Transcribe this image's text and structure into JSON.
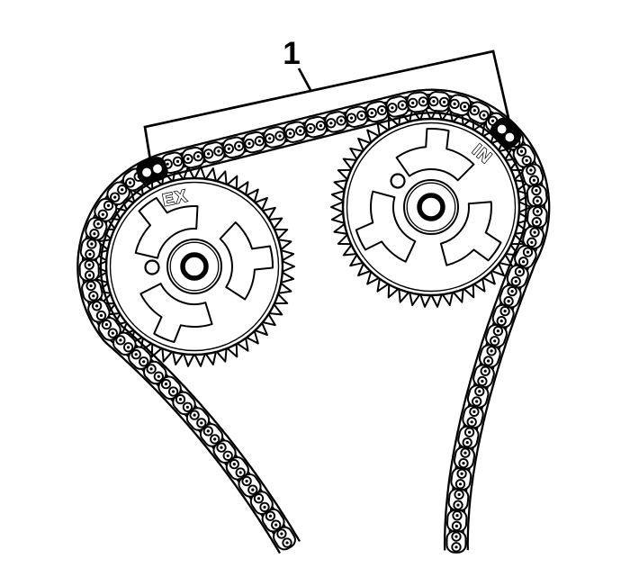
{
  "figure": {
    "background": "#ffffff",
    "line_color": "#000000",
    "mark_color": "#000000"
  },
  "callout": {
    "label": "1"
  },
  "sprockets": {
    "exhaust": {
      "label": "EX"
    },
    "intake": {
      "label": "IN"
    }
  }
}
